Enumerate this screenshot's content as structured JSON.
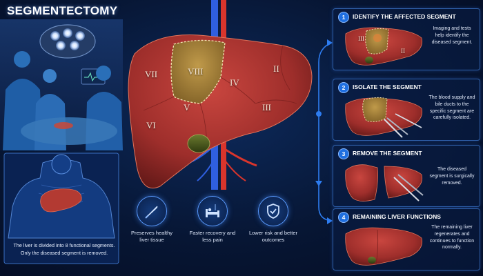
{
  "title": "SEGMENTECTOMY",
  "body_caption": "The liver is divided into 8 functional segments. Only the diseased segment is removed.",
  "segments": [
    "VII",
    "VIII",
    "IV",
    "II",
    "V",
    "III",
    "VI"
  ],
  "benefits": [
    {
      "icon": "scalpel-icon",
      "text": "Preserves healthy liver tissue"
    },
    {
      "icon": "hospital-bed-icon",
      "text": "Faster recovery and less pain"
    },
    {
      "icon": "shield-check-icon",
      "text": "Lower risk and better outcomes"
    }
  ],
  "steps": [
    {
      "number": "1",
      "heading": "IDENTIFY THE AFFECTED SEGMENT",
      "description": "Imaging and tests help identify the diseased segment.",
      "labels": [
        "III",
        "II"
      ]
    },
    {
      "number": "2",
      "heading": "ISOLATE THE SEGMENT",
      "description": "The blood supply and bile ducts to the specific segment are carefully isolated."
    },
    {
      "number": "3",
      "heading": "REMOVE THE SEGMENT",
      "description": "The diseased segment is surgically removed."
    },
    {
      "number": "4",
      "heading": "REMAINING LIVER FUNCTIONS",
      "description": "The remaining liver regenerates and continues to function normally."
    }
  ],
  "colors": {
    "liver": "#a8322f",
    "segment_highlight": "#a8823a",
    "accent": "#2d7cf0",
    "vein": "#2f5fe0",
    "artery": "#d9352c"
  }
}
